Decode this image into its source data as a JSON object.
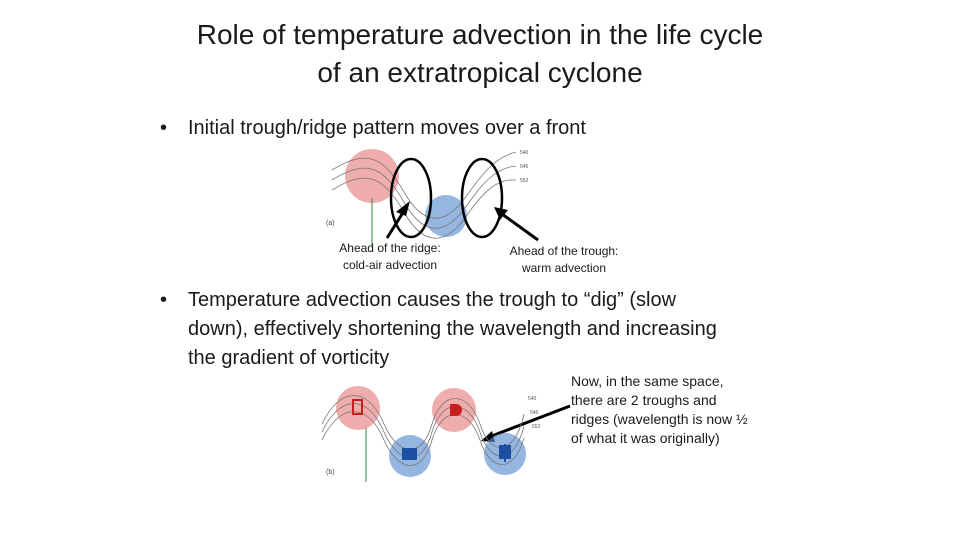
{
  "slide": {
    "title_line1": "Role of temperature advection in the life cycle",
    "title_line2": "of an extratropical cyclone",
    "bullet_symbol": "•",
    "bullet1": "Initial trough/ridge pattern moves over a front",
    "bullet2_line1": "Temperature advection causes the trough to “dig” (slow",
    "bullet2_line2": "down), effectively shortening the wavelength and increasing",
    "bullet2_line3": "the gradient of vorticity"
  },
  "figure_a": {
    "panel_label": "(a)",
    "contour_labels": [
      "540",
      "546",
      "552"
    ],
    "caption_ridge_line1": "Ahead of the ridge:",
    "caption_ridge_line2": "cold-air advection",
    "caption_trough_line1": "Ahead of the trough:",
    "caption_trough_line2": "warm advection"
  },
  "figure_b": {
    "panel_label": "(b)",
    "contour_labels": [
      "540",
      "546",
      "552"
    ],
    "note_line1": "Now, in the same space,",
    "note_line2": "there are 2 troughs and",
    "note_line3": "ridges (wavelength is now ½",
    "note_line4": "of what it was originally)"
  },
  "colors": {
    "warm_blob": "#e46a6a",
    "cold_blob": "#5c8fd0",
    "contour": "#777777",
    "front_line": "#2e8b3a",
    "annotation": "#000000"
  }
}
